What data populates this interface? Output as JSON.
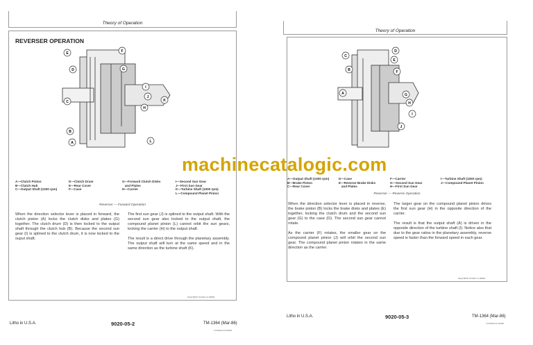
{
  "watermark": "machinecatalogic.com",
  "left": {
    "header": "Theory of Operation",
    "title": "REVERSER OPERATION",
    "callouts": [
      "E",
      "F",
      "D",
      "G",
      "H",
      "I",
      "C",
      "J",
      "K",
      "B",
      "A",
      "L"
    ],
    "legend": [
      [
        "A—Clutch Piston",
        "B—Clutch Hub",
        "C—Output Shaft (1000 rpm)"
      ],
      [
        "D—Clutch Drum",
        "E—Rear Cover",
        "F—Case"
      ],
      [
        "G—Forward Clutch Disks",
        "   and Plates",
        "H—Carrier"
      ],
      [
        "I—Second Sun Gear",
        "J—First Sun Gear",
        "K—Turbine Shaft (1000 rpm)",
        "L—Compound Planet Pinion"
      ]
    ],
    "caption": "Reverser — Forward Operation",
    "col1": "When the direction selector lever is placed in forward, the clutch piston (A) locks the clutch disks and plates (G) together. The clutch drum (D) is then locked to the output shaft through the clutch hub (B). Because the second sun gear (I) is splined to the clutch drum, it is now locked to the ouput shaft.",
    "col2a": "The first sun gear (J) is splined to the output shaft. With the second sun gear also locked to the output shaft, the compound planet pinion (L) cannot orbit the sun gears, locking the carrier (H) to the output shaft.",
    "col2b": "The result is a direct drive through the planetary assembly. The output shaft will turn at the same speed and in the same direction as the turbine shaft (K).",
    "code": "9AQT9055 TX1920 74 08685",
    "foot_left": "Litho in U.S.A.",
    "page": "9020-05-2",
    "tm": "TM-1364 (Mar-86)",
    "foot_code": "TUV9020 33 56296"
  },
  "right": {
    "header": "Theory of Operation",
    "callouts": [
      "C",
      "D",
      "E",
      "B",
      "F",
      "A",
      "G",
      "H",
      "I",
      "J"
    ],
    "legend": [
      [
        "A—Output Shaft (1000 rpm)",
        "B—Brake Piston",
        "C—Rear Cover"
      ],
      [
        "D—Case",
        "E—Reverse Brake Disks",
        "   and Plates"
      ],
      [
        "F—Carrier",
        "G—Second Sun Gear",
        "H—First Sun Gear"
      ],
      [
        "I—Turbine Shaft (1000 rpm)",
        "J—Compound Planet Pinion"
      ]
    ],
    "caption": "Reverser — Reverse Operation",
    "col1a": "When the direction selector lever is placed in reverse, the brake piston (B) locks the brake disks and plates (E) together, locking the clutch drum and the second sun gear (G) to the case (D). The second sun gear cannot rotate.",
    "col1b": "As the carrier (F) rotates, the smaller gear on the compound planet pinion (J) will orbit the second sun gear. The compound planet pinion rotates in the same direction as the carrier.",
    "col2a": "The larger gear on the compound planet pinion drives the first sun gear (H) in the opposite direction of the carrier.",
    "col2b": "The result is that the output shaft (A) is driven in the opposite direction of the turbine shaft (I). Notice also that due to the gear ratios in the planetary assembly, reverse speed is faster than the forward speed in each gear.",
    "code": "9AQT9056 TX1920 71 08683",
    "foot_left": "Litho in U.S.A.",
    "page": "9020-05-3",
    "tm": "TM-1364 (Mar-86)",
    "foot_code": "TUV9020 31 56296"
  }
}
